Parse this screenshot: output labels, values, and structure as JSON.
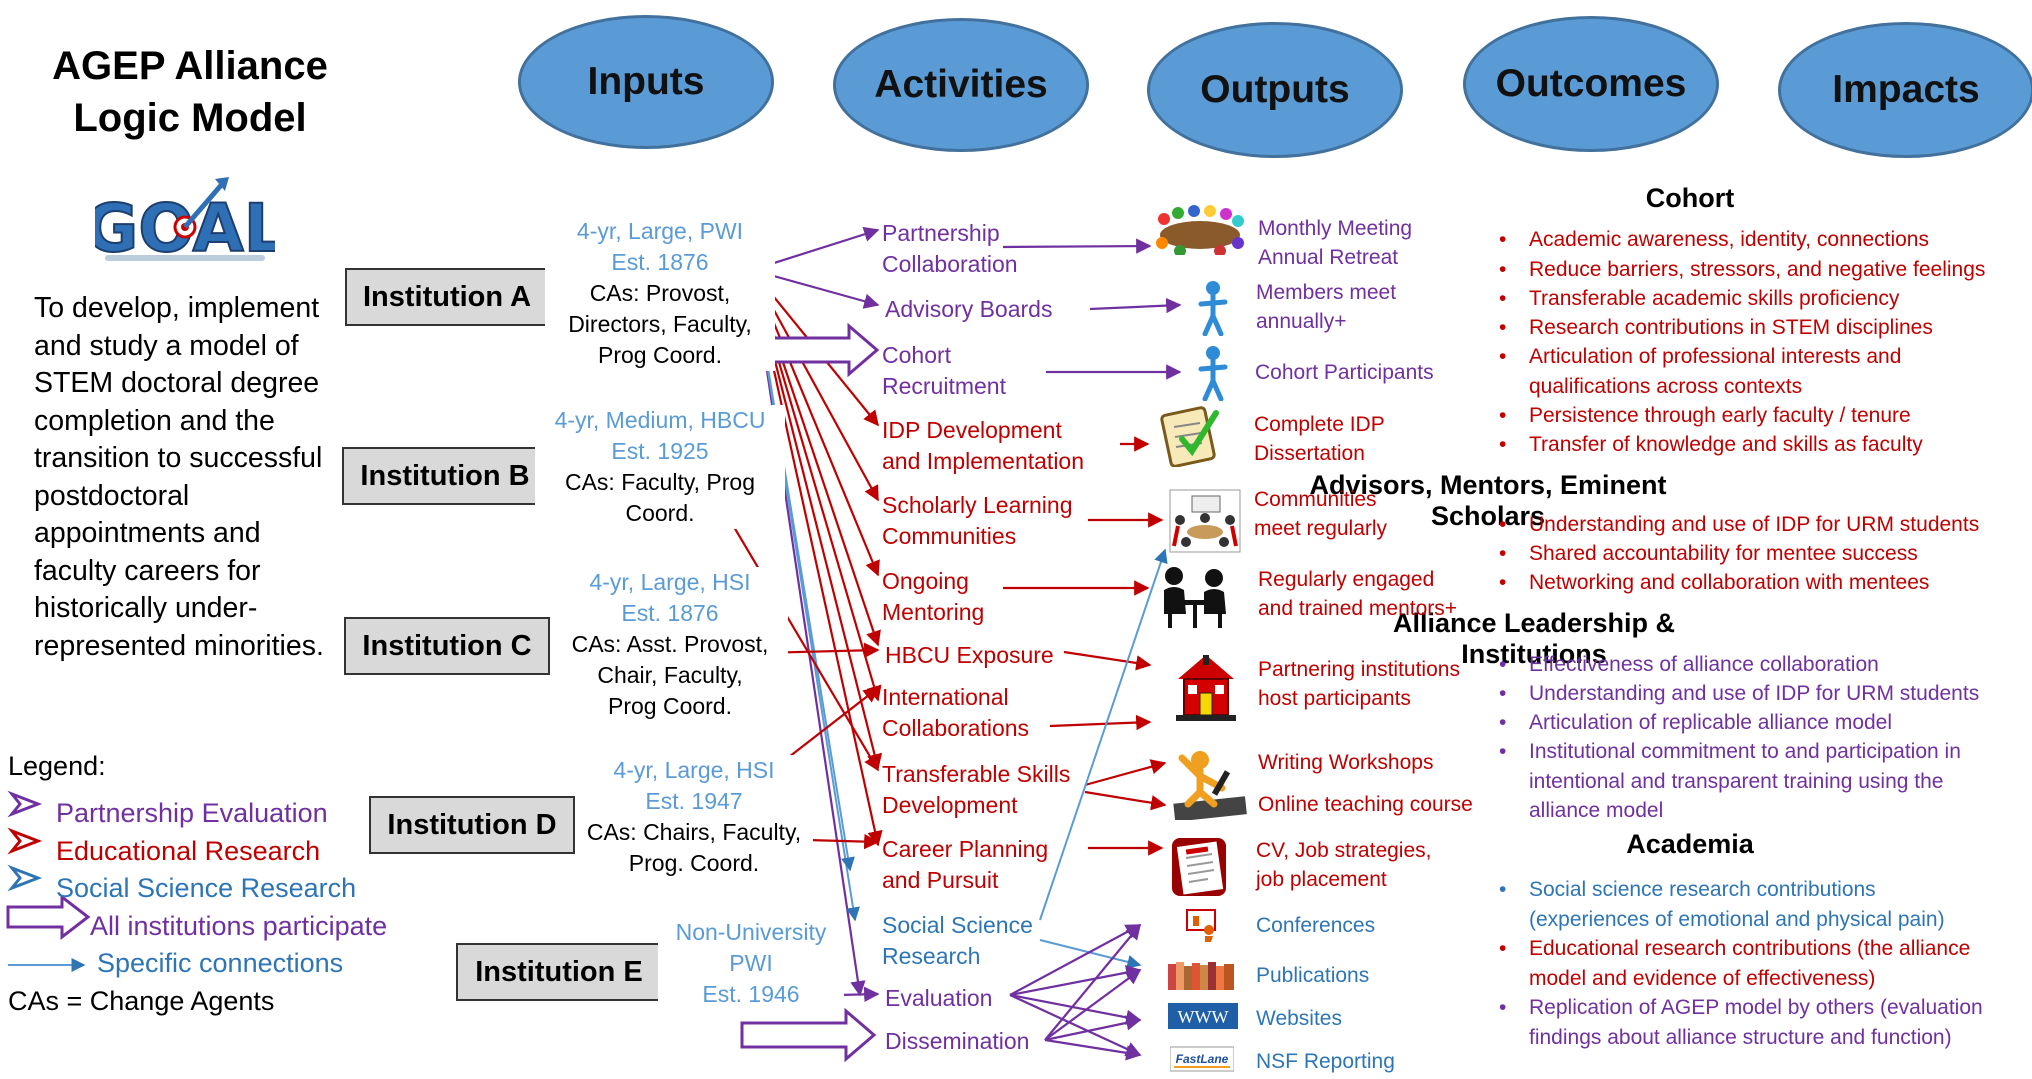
{
  "title": {
    "line1": "AGEP Alliance",
    "line2": "Logic Model"
  },
  "headers": [
    "Inputs",
    "Activities",
    "Outputs",
    "Outcomes",
    "Impacts"
  ],
  "goal": {
    "icon_word": "GOAL",
    "lines": [
      "To develop, implement",
      "and study a model of",
      "STEM doctoral degree",
      "completion and the",
      "transition to successful",
      "postdoctoral",
      "appointments and",
      "faculty careers for",
      "historically under-",
      "represented minorities."
    ]
  },
  "institutions": [
    {
      "name": "Institution A",
      "type": "4-yr, Large, PWI",
      "est": "Est. 1876",
      "cas": [
        "CAs: Provost,",
        "Directors, Faculty,",
        "Prog Coord."
      ]
    },
    {
      "name": "Institution B",
      "type": "4-yr, Medium, HBCU",
      "est": "Est. 1925",
      "cas": [
        "CAs: Faculty, Prog",
        "Coord."
      ]
    },
    {
      "name": "Institution C",
      "type": "4-yr, Large, HSI",
      "est": "Est. 1876",
      "cas": [
        "CAs: Asst. Provost,",
        "Chair, Faculty,",
        "Prog Coord."
      ]
    },
    {
      "name": "Institution D",
      "type": "4-yr, Large, HSI",
      "est": "Est. 1947",
      "cas": [
        "CAs: Chairs, Faculty,",
        "Prog. Coord."
      ]
    },
    {
      "name": "Institution E",
      "type": "Non-University",
      "est": "PWI",
      "cas": [
        "Est. 1946"
      ]
    }
  ],
  "activities": [
    {
      "lines": [
        "Partnership",
        "Collaboration"
      ],
      "color": "#7030a0"
    },
    {
      "lines": [
        "Advisory  Boards"
      ],
      "color": "#7030a0"
    },
    {
      "lines": [
        "Cohort",
        "Recruitment"
      ],
      "color": "#7030a0"
    },
    {
      "lines": [
        "IDP Development",
        "and Implementation"
      ],
      "color": "#c00000"
    },
    {
      "lines": [
        "Scholarly Learning",
        "Communities"
      ],
      "color": "#c00000"
    },
    {
      "lines": [
        "Ongoing",
        "Mentoring"
      ],
      "color": "#c00000"
    },
    {
      "lines": [
        "HBCU Exposure"
      ],
      "color": "#c00000"
    },
    {
      "lines": [
        "International",
        "Collaborations"
      ],
      "color": "#c00000"
    },
    {
      "lines": [
        "Transferable Skills",
        "Development"
      ],
      "color": "#c00000"
    },
    {
      "lines": [
        "Career Planning",
        "and Pursuit"
      ],
      "color": "#c00000"
    },
    {
      "lines": [
        "Social Science",
        "Research"
      ],
      "color": "#2e75b6"
    },
    {
      "lines": [
        "Evaluation"
      ],
      "color": "#7030a0"
    },
    {
      "lines": [
        "Dissemination"
      ],
      "color": "#7030a0"
    }
  ],
  "outputs": [
    {
      "lines": [
        "Monthly Meeting",
        "Annual Retreat"
      ],
      "color": "#7030a0",
      "icon": "round-table-meeting-icon"
    },
    {
      "lines": [
        "Members meet",
        "annually+"
      ],
      "color": "#7030a0",
      "icon": "person-figure-icon"
    },
    {
      "lines": [
        "Cohort Participants"
      ],
      "color": "#7030a0",
      "icon": "person-figure-icon"
    },
    {
      "lines": [
        "Complete IDP",
        "Dissertation"
      ],
      "color": "#c00000",
      "icon": "checklist-icon"
    },
    {
      "lines": [
        "Communities",
        "meet regularly"
      ],
      "color": "#c00000",
      "icon": "group-discussion-icon"
    },
    {
      "lines": [
        "Regularly engaged",
        "and trained mentors+"
      ],
      "color": "#c00000",
      "icon": "mentoring-pair-icon"
    },
    {
      "lines": [
        "Partnering institutions",
        "host participants"
      ],
      "color": "#c00000",
      "icon": "schoolhouse-icon"
    },
    {
      "lines": [
        "Writing Workshops"
      ],
      "color": "#c00000",
      "icon": "writing-figure-icon"
    },
    {
      "lines": [
        "Online teaching course"
      ],
      "color": "#c00000",
      "icon": "writing-figure-icon"
    },
    {
      "lines": [
        "CV, Job strategies,",
        "job placement"
      ],
      "color": "#c00000",
      "icon": "curriculum-vitae-icon"
    },
    {
      "lines": [
        "Conferences"
      ],
      "color": "#2e75b6",
      "icon": "presentation-icon"
    },
    {
      "lines": [
        "Publications"
      ],
      "color": "#2e75b6",
      "icon": "books-icon"
    },
    {
      "lines": [
        "Websites"
      ],
      "color": "#2e75b6",
      "icon": "www-icon"
    },
    {
      "lines": [
        "NSF Reporting"
      ],
      "color": "#2e75b6",
      "icon": "fastlane-logo-icon"
    }
  ],
  "icon_text": {
    "www": "WWW",
    "fastlane": "FastLane"
  },
  "impacts": [
    {
      "heading": "Cohort",
      "items": [
        {
          "text": [
            "Academic awareness, identity, connections"
          ],
          "color": "#c00000"
        },
        {
          "text": [
            "Reduce barriers, stressors, and negative feelings"
          ],
          "color": "#c00000"
        },
        {
          "text": [
            "Transferable academic skills proficiency"
          ],
          "color": "#c00000"
        },
        {
          "text": [
            "Research contributions in STEM disciplines"
          ],
          "color": "#c00000"
        },
        {
          "text": [
            "Articulation of professional interests and",
            "qualifications across contexts"
          ],
          "color": "#c00000"
        },
        {
          "text": [
            "Persistence through early faculty / tenure"
          ],
          "color": "#c00000"
        },
        {
          "text": [
            "Transfer of knowledge and skills as faculty"
          ],
          "color": "#c00000"
        }
      ]
    },
    {
      "heading": "Advisors, Mentors, Eminent Scholars",
      "items": [
        {
          "text": [
            "Understanding and use of IDP for URM students"
          ],
          "color": "#c00000"
        },
        {
          "text": [
            "Shared accountability for mentee success"
          ],
          "color": "#c00000"
        },
        {
          "text": [
            "Networking and collaboration with mentees"
          ],
          "color": "#c00000"
        }
      ]
    },
    {
      "heading": "Alliance Leadership & Institutions",
      "items": [
        {
          "text": [
            "Effectiveness of alliance collaboration"
          ],
          "color": "#7030a0"
        },
        {
          "text": [
            "Understanding and use of IDP for URM students"
          ],
          "color": "#7030a0"
        },
        {
          "text": [
            "Articulation of replicable alliance model"
          ],
          "color": "#7030a0"
        },
        {
          "text": [
            "Institutional commitment  to and participation in",
            "intentional and transparent training using the",
            "alliance model"
          ],
          "color": "#7030a0"
        }
      ]
    },
    {
      "heading": "Academia",
      "items": [
        {
          "text": [
            "Social science research contributions",
            "(experiences of emotional and physical pain)"
          ],
          "color": "#2e75b6"
        },
        {
          "text": [
            "Educational research contributions (the alliance",
            "model and evidence of effectiveness)"
          ],
          "color": "#c00000"
        },
        {
          "text": [
            "Replication of AGEP model by others (evaluation",
            "findings about alliance structure and function)"
          ],
          "color": "#7030a0"
        }
      ]
    }
  ],
  "legend": {
    "title": "Legend:",
    "items": [
      {
        "label": "Partnership Evaluation",
        "color": "#7030a0"
      },
      {
        "label": "Educational Research",
        "color": "#c00000"
      },
      {
        "label": "Social Science Research",
        "color": "#2e75b6"
      },
      {
        "label": "All institutions participate",
        "color": "#7030a0"
      },
      {
        "label": "Specific connections",
        "color": "#2e75b6"
      }
    ],
    "note": "CAs = Change Agents"
  }
}
